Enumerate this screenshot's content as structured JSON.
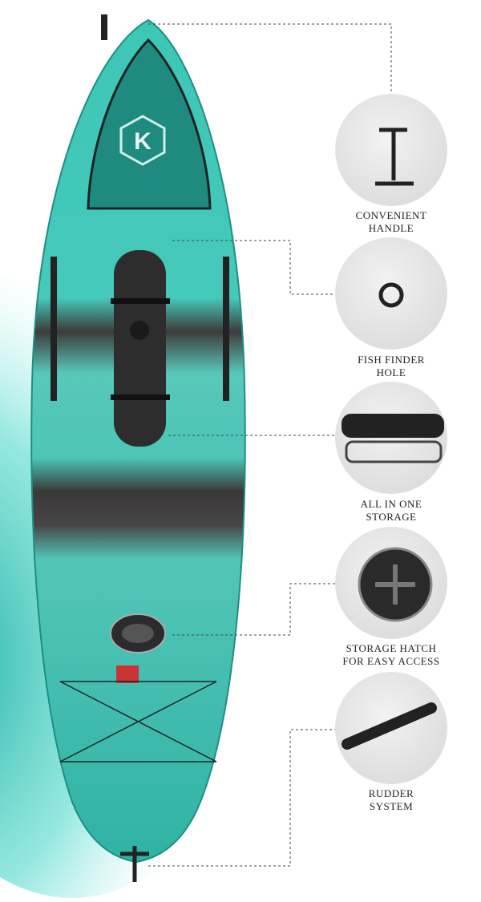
{
  "features": [
    {
      "label_line1": "CONVENIENT",
      "label_line2": "HANDLE",
      "icon": "handle-icon"
    },
    {
      "label_line1": "FISH FINDER",
      "label_line2": "HOLE",
      "icon": "fish-finder-hole-icon"
    },
    {
      "label_line1": "ALL IN ONE",
      "label_line2": "STORAGE",
      "icon": "storage-icon"
    },
    {
      "label_line1": "STORAGE HATCH",
      "label_line2": "FOR EASY ACCESS",
      "icon": "hatch-icon"
    },
    {
      "label_line1": "RUDDER",
      "label_line2": "SYSTEM",
      "icon": "rudder-icon"
    }
  ],
  "colors": {
    "teal": "#3cc7b8",
    "dark": "#3a3a3a",
    "splash": "#2fd1c4"
  }
}
